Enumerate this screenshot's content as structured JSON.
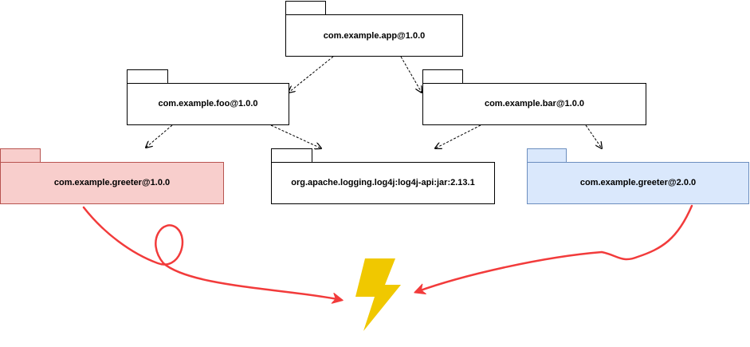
{
  "packages": [
    {
      "id": "app",
      "label": "com.example.app@1.0.0",
      "style": "default"
    },
    {
      "id": "foo",
      "label": "com.example.foo@1.0.0",
      "style": "default"
    },
    {
      "id": "bar",
      "label": "com.example.bar@1.0.0",
      "style": "default"
    },
    {
      "id": "greeter1",
      "label": "com.example.greeter@1.0.0",
      "style": "conflict_red"
    },
    {
      "id": "log4j",
      "label": "org.apache.logging.log4j:log4j-api:jar:2.13.1",
      "style": "default"
    },
    {
      "id": "greeter2",
      "label": "com.example.greeter@2.0.0",
      "style": "conflict_blue"
    }
  ],
  "dependencies": [
    {
      "from": "app",
      "to": "foo"
    },
    {
      "from": "app",
      "to": "bar"
    },
    {
      "from": "foo",
      "to": "greeter1"
    },
    {
      "from": "foo",
      "to": "log4j"
    },
    {
      "from": "bar",
      "to": "log4j"
    },
    {
      "from": "bar",
      "to": "greeter2"
    }
  ],
  "conflict": {
    "icon": "lightning-bolt-icon",
    "sources": [
      "greeter1",
      "greeter2"
    ]
  },
  "colors": {
    "default_fill": "#ffffff",
    "default_stroke": "#000000",
    "red_fill": "#f8cecc",
    "red_stroke": "#b85450",
    "blue_fill": "#dae8fc",
    "blue_stroke": "#6c8ebf",
    "conflict_arrow": "#f23b3b",
    "bolt": "#f0c800"
  }
}
